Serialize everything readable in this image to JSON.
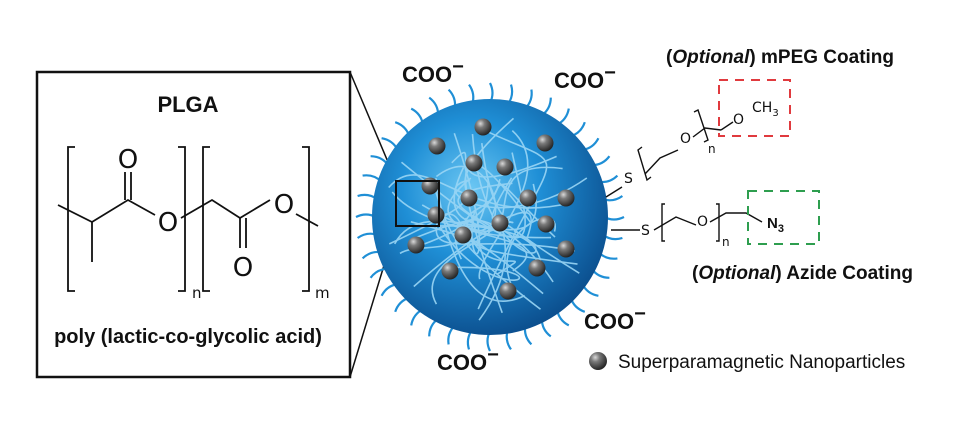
{
  "plga_box": {
    "title": "PLGA",
    "caption": "poly (lactic-co-glycolic acid)",
    "atom_o": "O",
    "subscript_n": "n",
    "subscript_m": "m"
  },
  "surface_labels": {
    "coo": "COO",
    "charge": "−"
  },
  "mpeg": {
    "title_open": "(",
    "title_optional": "Optional",
    "title_close": ") mPEG Coating",
    "atom_s": "S",
    "atom_o": "O",
    "subscript_n": "n",
    "methyl": "CH",
    "methyl_sub": "3",
    "box_color": "#e03a3e"
  },
  "azide": {
    "title_open": "(",
    "title_optional": "Optional",
    "title_close": ") Azide Coating",
    "atom_s": "S",
    "atom_o": "O",
    "subscript_n": "n",
    "azide_group": "N",
    "azide_sub": "3",
    "box_color": "#2e9e4f"
  },
  "legend": {
    "label": "Superparamagnetic Nanoparticles",
    "marker_icon": "nanoparticle-sphere-icon"
  },
  "colors": {
    "sphere_core": "#1f8fd6",
    "sphere_edge": "#0b4d8c",
    "polymer_strand": "#9ad6f5",
    "particle": "#4a4a4a"
  }
}
